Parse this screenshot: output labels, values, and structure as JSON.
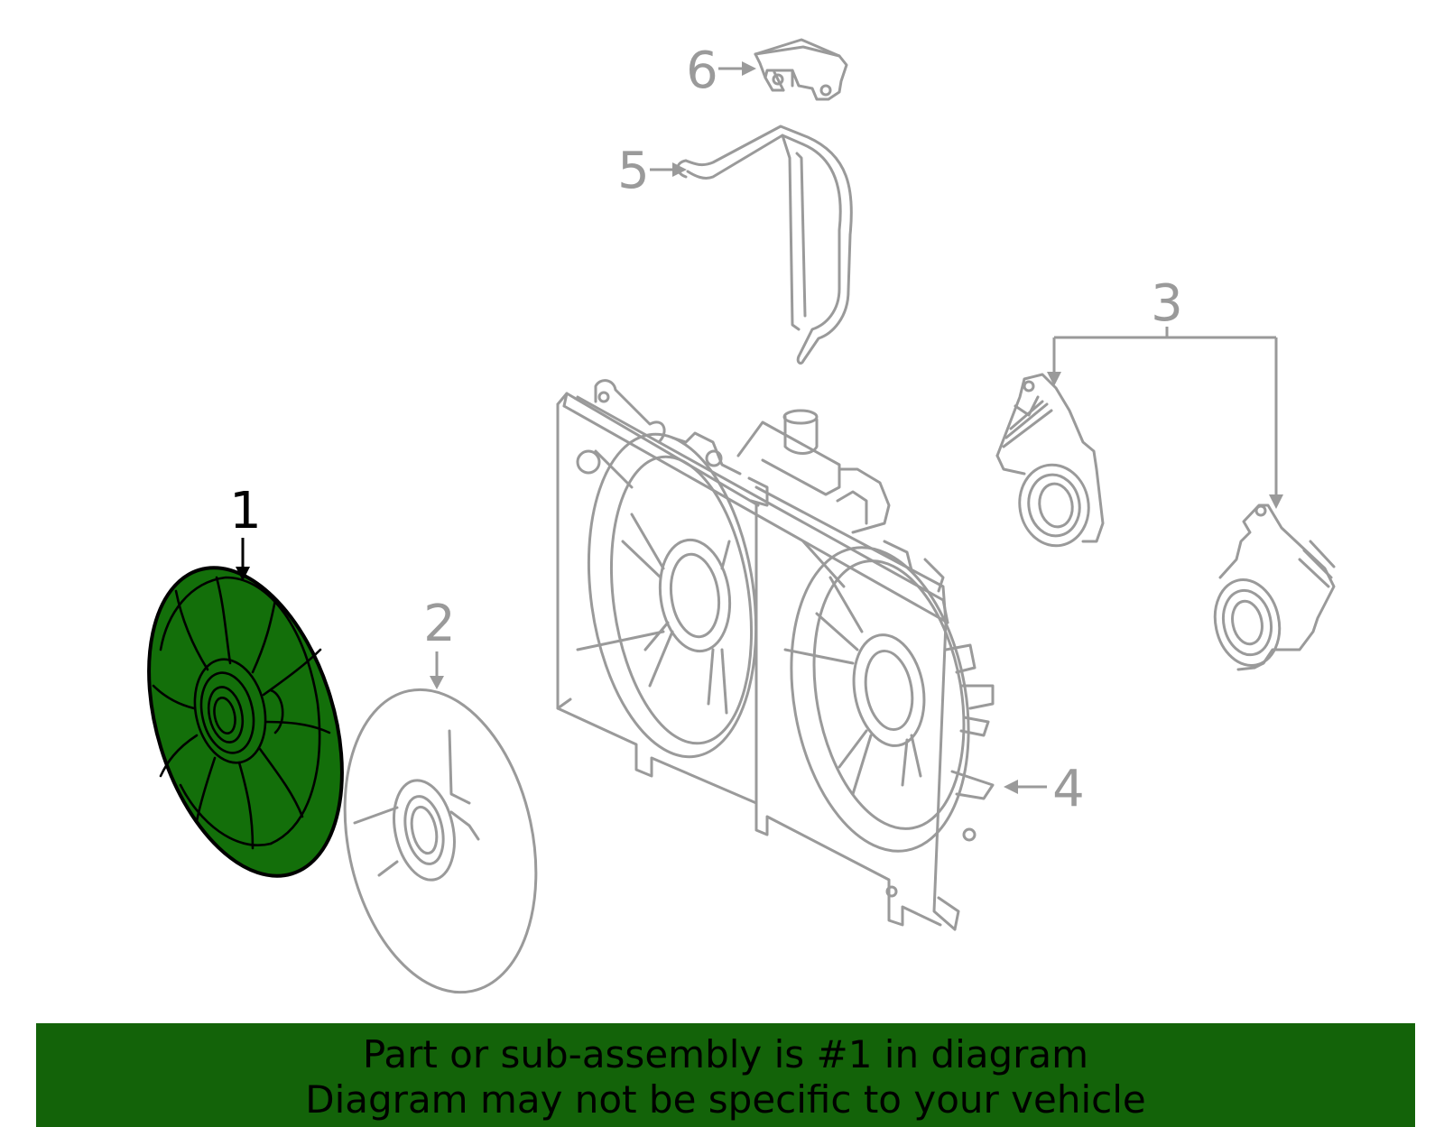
{
  "colors": {
    "highlight_fill": "#136f0a",
    "highlight_stroke": "#000000",
    "part_stroke": "#9a9a9a",
    "banner_background": "#136309",
    "banner_text": "#000000",
    "background": "#ffffff"
  },
  "callouts": {
    "part1": "1",
    "part2": "2",
    "part3": "3",
    "part4": "4",
    "part5": "5",
    "part6": "6"
  },
  "highlighted_part": "1",
  "banner": {
    "line1": "Part or sub-assembly is #1 in diagram",
    "line2": "Diagram may not be specific to your vehicle"
  }
}
